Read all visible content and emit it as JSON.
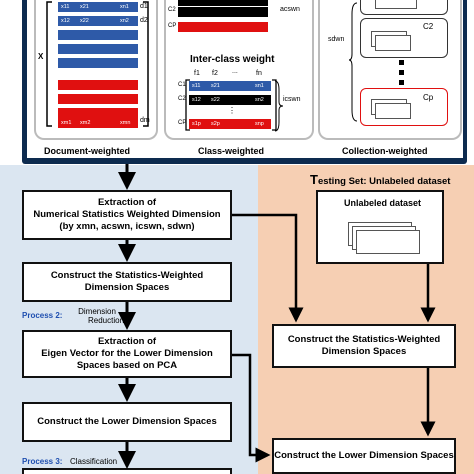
{
  "top_panel": {
    "doc_weighted_label": "Document-weighted",
    "class_weighted_label": "Class-weighted",
    "collection_weighted_label": "Collection-weighted",
    "x_label": "X",
    "doc_cells_row1": [
      "x11",
      "x21",
      "xn1",
      "d1"
    ],
    "doc_cells_row2": [
      "x12",
      "x22",
      "xn2",
      "d2"
    ],
    "doc_cells_last": [
      "xm1",
      "xm2",
      "xmn",
      "dm"
    ],
    "acsw_label": "acswn",
    "acsw_cells": [
      "C2",
      "CP"
    ],
    "inter_class_title": "Inter-class weight",
    "feature_labels": [
      "f1",
      "f2",
      "...",
      "fn"
    ],
    "class_rows": [
      {
        "class": "C1",
        "cells": [
          "s11",
          "s21",
          "sn1"
        ]
      },
      {
        "class": "C2",
        "cells": [
          "s12",
          "s22",
          "sn2"
        ]
      },
      {
        "class": "CP",
        "cells": [
          "s1p",
          "s2p",
          "snp"
        ]
      }
    ],
    "icsw_label": "icswn",
    "sdw_label": "sdwn",
    "collection_labels": [
      "C2",
      "Cp"
    ]
  },
  "training": {
    "box1_lines": [
      "Extraction of",
      "Numerical Statistics Weighted Dimension",
      "(by xmn, acswn, icswn, sdwn)"
    ],
    "box2_lines": [
      "Construct the Statistics-Weighted",
      "Dimension Spaces"
    ],
    "process2_label": "Process 2:",
    "process2_desc": [
      "Dimension",
      "Reduction"
    ],
    "box3_lines": [
      "Extraction of",
      "Eigen Vector for the Lower Dimension",
      "Spaces based on PCA"
    ],
    "box4_lines": [
      "Construct the Lower Dimension Spaces"
    ],
    "process3_label": "Process 3:",
    "process3_desc": "Classification"
  },
  "testing": {
    "title_T": "T",
    "title_rest": "esting Set: Unlabeled dataset",
    "unlabeled_title": "Unlabeled dataset",
    "box1_lines": [
      "Construct the Statistics-Weighted",
      "Dimension Spaces"
    ],
    "box2_lines": [
      "Construct the Lower Dimension Spaces"
    ]
  },
  "colors": {
    "blue_cell": "#2e5aa8",
    "red_cell": "#e01010",
    "left_bg": "#dbe6f1",
    "right_bg": "#f6cfb3",
    "top_frame": "#0d2b4f",
    "process_blue": "#1f4fb0"
  }
}
